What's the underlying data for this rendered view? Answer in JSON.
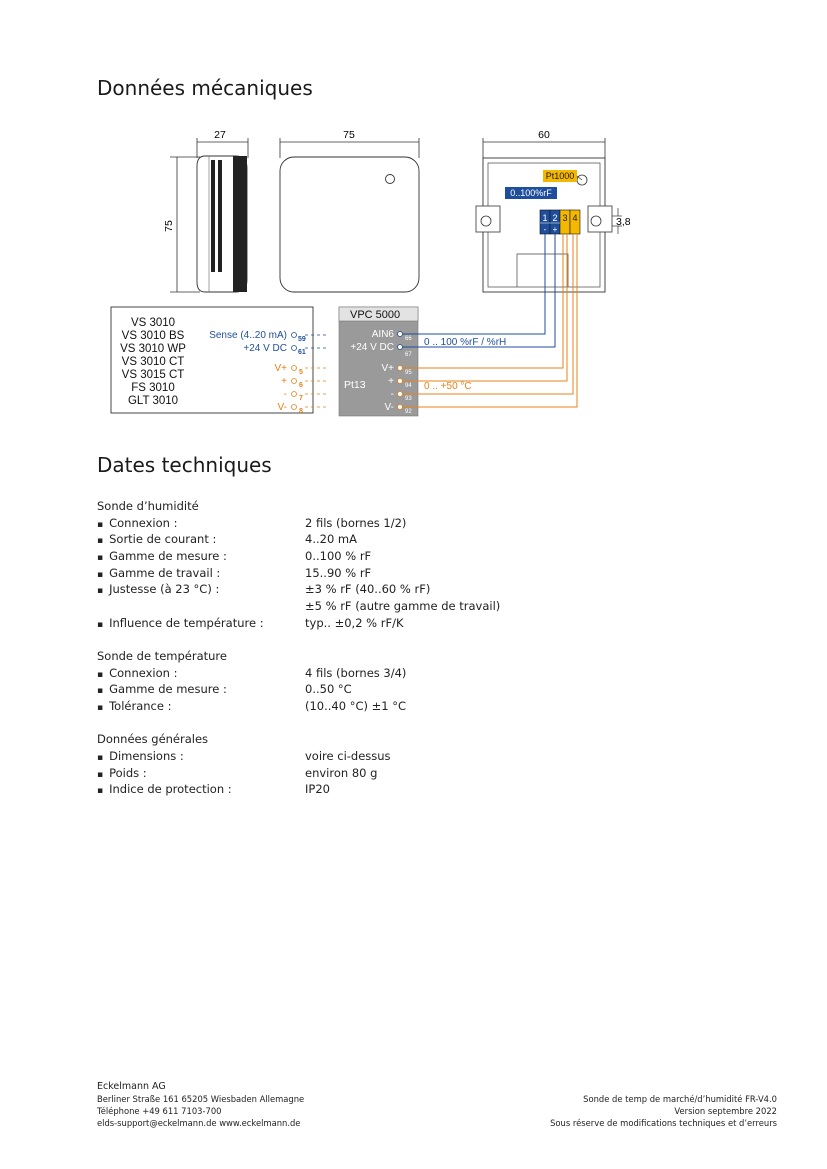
{
  "headings": {
    "mechanical": "Données mécaniques",
    "technical": "Dates techniques"
  },
  "diagram": {
    "dim_side": "27",
    "dim_front": "75",
    "dim_height": "75",
    "dim_back": "60",
    "dim_screw": "3,8",
    "pt1000": "Pt1000",
    "rh_label": "0..100%rF",
    "terminals": [
      "1",
      "2",
      "3",
      "4"
    ],
    "terminal_signs": [
      "-",
      "+"
    ],
    "devices": [
      "VS 3010",
      "VS 3010 BS",
      "VS 3010 WP",
      "VS 3010 CT",
      "VS 3015 CT",
      "FS 3010",
      "GLT 3010"
    ],
    "sense_label": "Sense (4..20 mA)",
    "supply_label": "+24 V DC",
    "sense_pin": "59",
    "supply_pin": "61",
    "left_pins": [
      {
        "label": "V+",
        "pin": "5"
      },
      {
        "label": "+",
        "pin": "6"
      },
      {
        "label": "-",
        "pin": "7"
      },
      {
        "label": "V-",
        "pin": "8"
      }
    ],
    "vpc_title": "VPC 5000",
    "ain6": "AIN6",
    "vpc_supply": "+24 V DC",
    "ain6_pin": "66",
    "supply_pin_vpc": "67",
    "pt13": "Pt13",
    "vpc_pins": [
      {
        "label": "V+",
        "pin": "95"
      },
      {
        "label": "+",
        "pin": "94"
      },
      {
        "label": "-",
        "pin": "93"
      },
      {
        "label": "V-",
        "pin": "92"
      }
    ],
    "rh_range": "0 .. 100 %rF / %rH",
    "temp_range": "0 .. +50 °C"
  },
  "specs": [
    {
      "title": "Sonde d’humidité",
      "rows": [
        {
          "label": "Connexion :",
          "value": "2 fils (bornes 1/2)"
        },
        {
          "label": "Sortie de courant :",
          "value": "4..20 mA"
        },
        {
          "label": "Gamme de mesure :",
          "value": "0..100 % rF"
        },
        {
          "label": "Gamme de travail :",
          "value": "15..90 % rF"
        },
        {
          "label": "Justesse (à 23 °C) :",
          "value": "±3 % rF (40..60 % rF)",
          "value2": "±5 % rF (autre gamme de travail)"
        },
        {
          "label": "Influence de température :",
          "value": "typ.. ±0,2 % rF/K"
        }
      ]
    },
    {
      "title": "Sonde de température",
      "rows": [
        {
          "label": "Connexion :",
          "value": "4 fils (bornes 3/4)"
        },
        {
          "label": "Gamme de mesure :",
          "value": "0..50 °C"
        },
        {
          "label": "Tolérance :",
          "value": "(10..40 °C) ±1 °C"
        }
      ]
    },
    {
      "title": "Données générales",
      "rows": [
        {
          "label": "Dimensions :",
          "value": "voire ci-dessus"
        },
        {
          "label": "Poids :",
          "value": "environ 80 g"
        },
        {
          "label": "Indice de protection :",
          "value": "IP20"
        }
      ]
    }
  ],
  "footer": {
    "left": [
      "Eckelmann AG",
      "Berliner Straße 161   65205 Wiesbaden   Allemagne",
      "Téléphone +49 611 7103-700",
      "elds-support@eckelmann.de   www.eckelmann.de"
    ],
    "right": [
      "Sonde de temp de marché/d’humidité FR-V4.0",
      "Version septembre 2022",
      "Sous réserve de modifications techniques et d’erreurs"
    ]
  },
  "colors": {
    "blue": "#1f4f9c",
    "orange": "#e8801a",
    "yellow": "#f5b800",
    "gray": "#9a9a9a"
  }
}
